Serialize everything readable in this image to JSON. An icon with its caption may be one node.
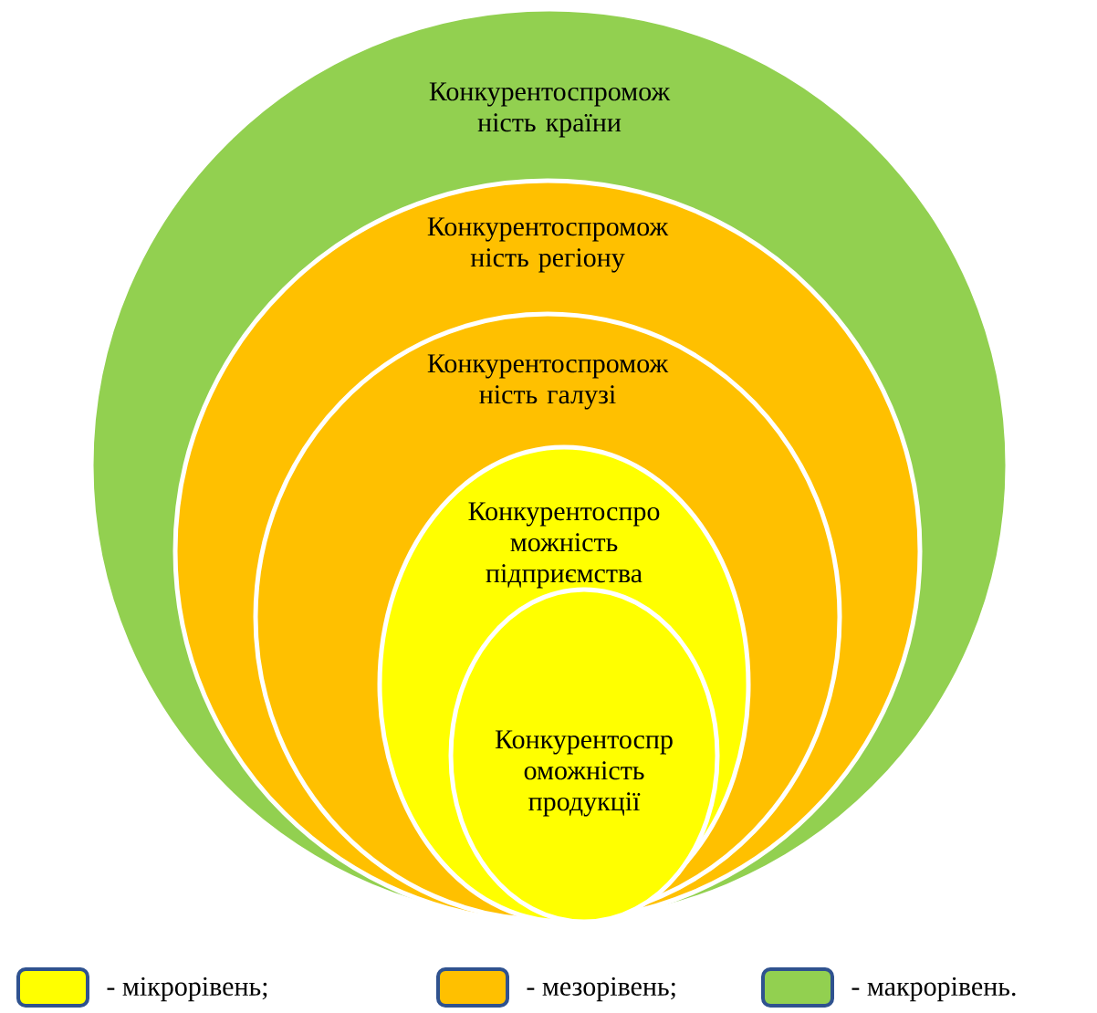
{
  "diagram": {
    "nodes": [
      {
        "text": [
          "Конкурентоспромож ність країни"
        ]
      },
      {
        "text": [
          "Конкурентоспромож ність регіону"
        ],
        "in": 0
      },
      {
        "text": [
          "Конкурентоспромож ність галузі"
        ],
        "in": 1
      },
      {
        "text": [
          "Конкурентоспро можність підприємства"
        ],
        "in": 2
      },
      {
        "text": [
          "Конкурентоспр оможність продукції"
        ],
        "in": 3
      }
    ],
    "legend": [
      {
        "text": "- мікрорівень;",
        "color": "#ffff00"
      },
      {
        "text": "- мезорівень;",
        "color": "#ffc000"
      },
      {
        "text": "- макрорівень.",
        "color": "#92d050"
      }
    ]
  }
}
